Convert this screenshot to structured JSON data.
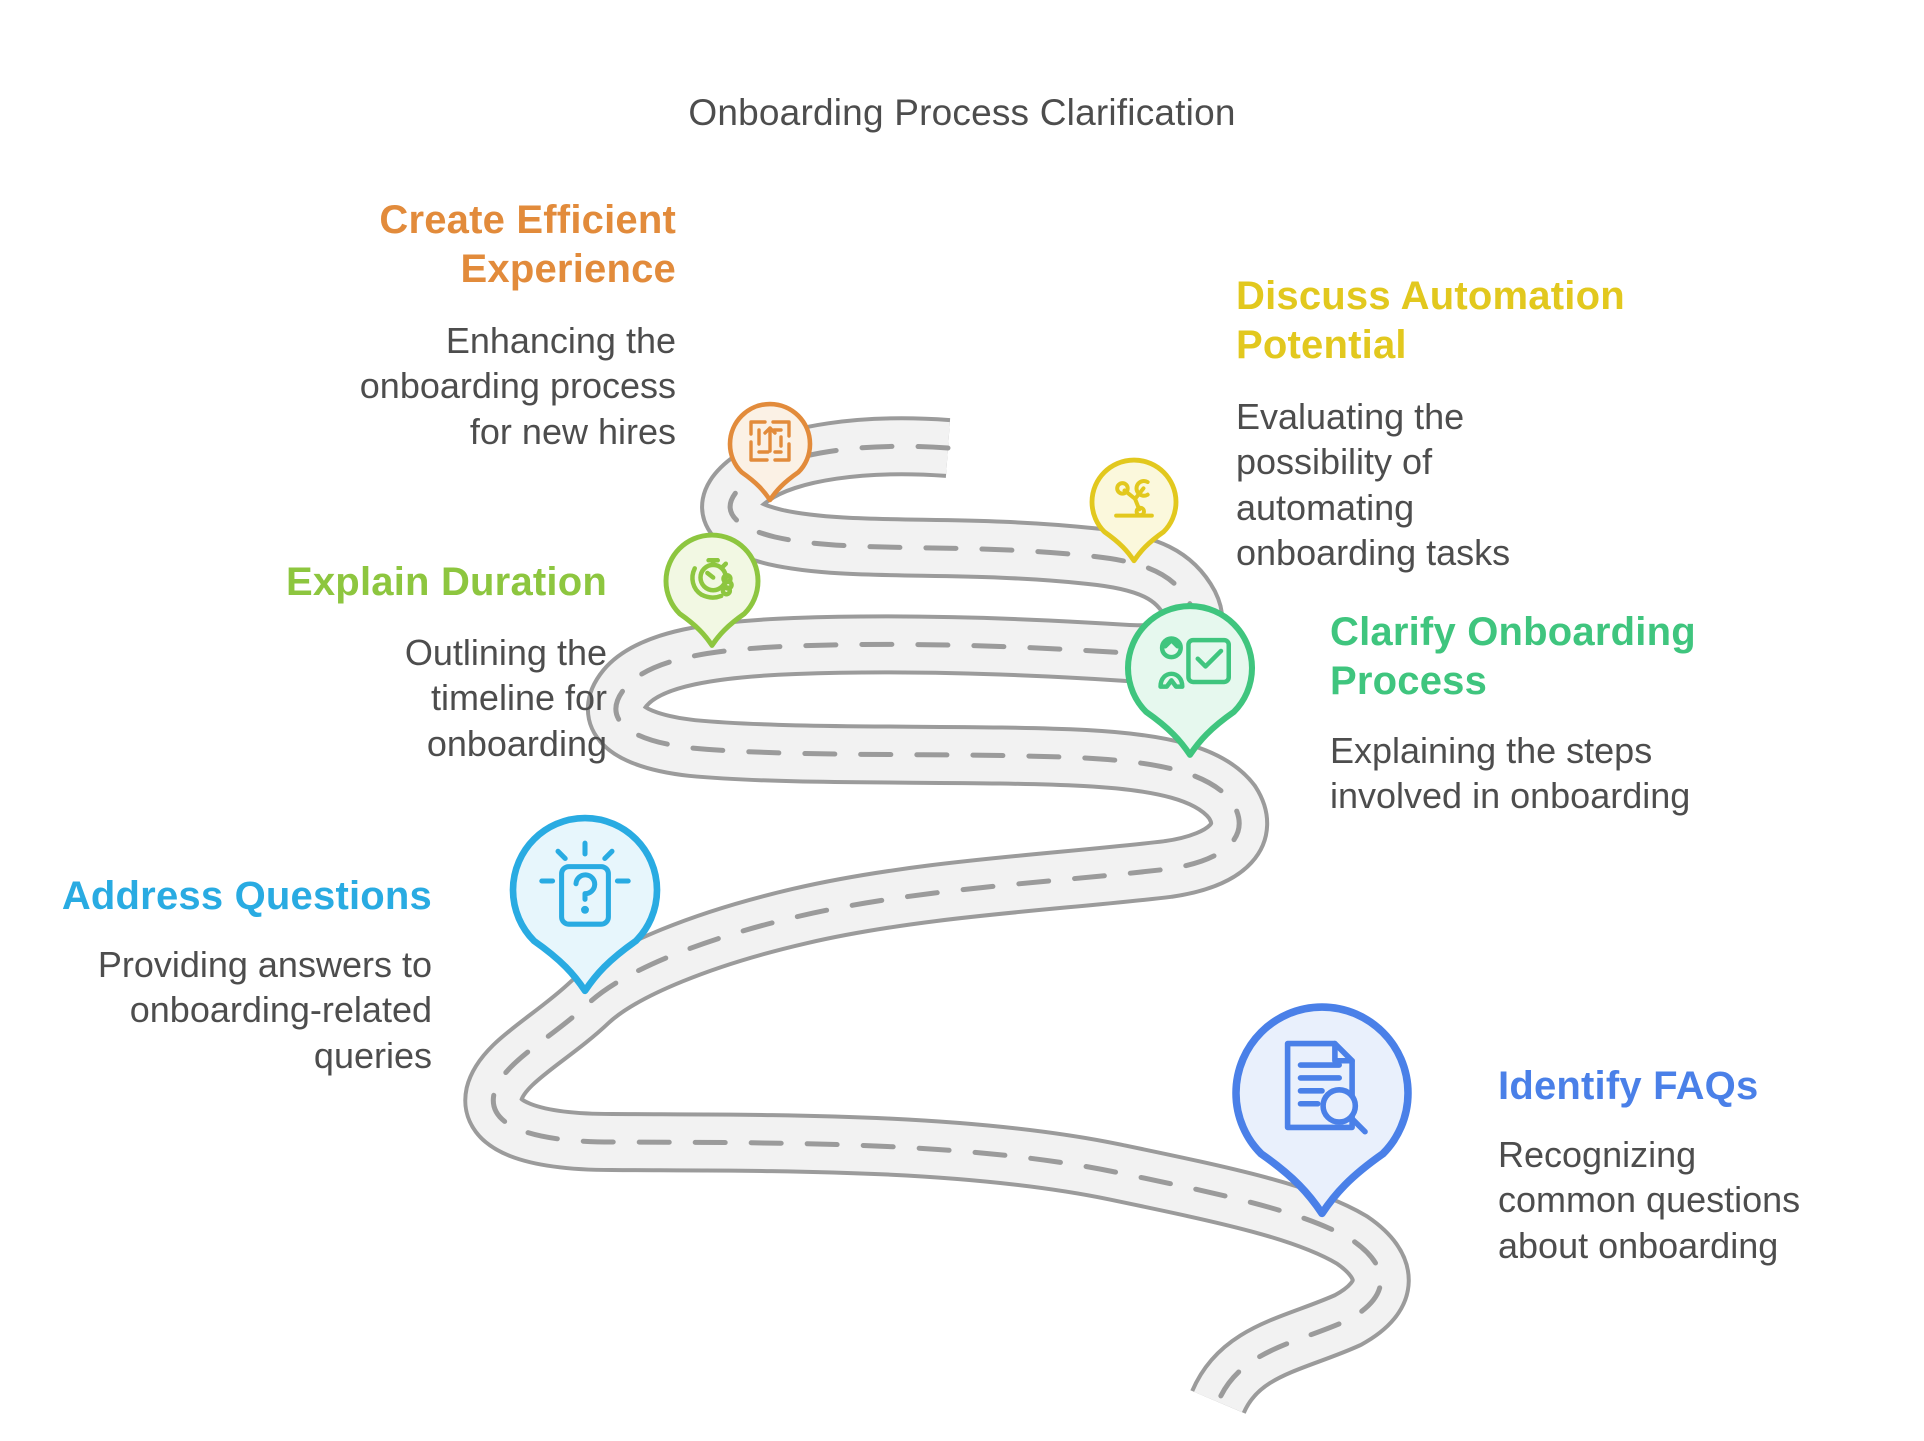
{
  "title": "Onboarding Process Clarification",
  "colors": {
    "text": "#4D4D4D",
    "road_surface": "#F2F2F2",
    "road_edge": "#9B9B9B",
    "orange": "#E28B3B",
    "yellow": "#E2C81E",
    "lime": "#8DC63F",
    "green": "#3FC57E",
    "cyan": "#29ABE2",
    "blue": "#4A80E8"
  },
  "steps": [
    {
      "label": "Create Efficient Experience",
      "description": "Enhancing the onboarding process for new hires",
      "color": "#E28B3B",
      "pin_fill": "#FBF1E5",
      "icon": "maze-arrow-icon"
    },
    {
      "label": "Discuss Automation Potential",
      "description": "Evaluating the possibility of automating onboarding tasks",
      "color": "#E2C81E",
      "pin_fill": "#FBF8DC",
      "icon": "robot-arm-icon"
    },
    {
      "label": "Explain Duration",
      "description": "Outlining the timeline for onboarding",
      "color": "#8DC63F",
      "pin_fill": "#F2F8E3",
      "icon": "stopwatch-hand-icon"
    },
    {
      "label": "Clarify Onboarding Process",
      "description": "Explaining the steps involved in onboarding",
      "color": "#3FC57E",
      "pin_fill": "#E6F8EE",
      "icon": "presenter-checkboard-icon"
    },
    {
      "label": "Address Questions",
      "description": "Providing answers to onboarding-related queries",
      "color": "#29ABE2",
      "pin_fill": "#E7F6FC",
      "icon": "question-card-icon"
    },
    {
      "label": "Identify FAQs",
      "description": "Recognizing common questions about onboarding",
      "color": "#4A80E8",
      "pin_fill": "#E9F0FC",
      "icon": "document-search-icon"
    }
  ]
}
